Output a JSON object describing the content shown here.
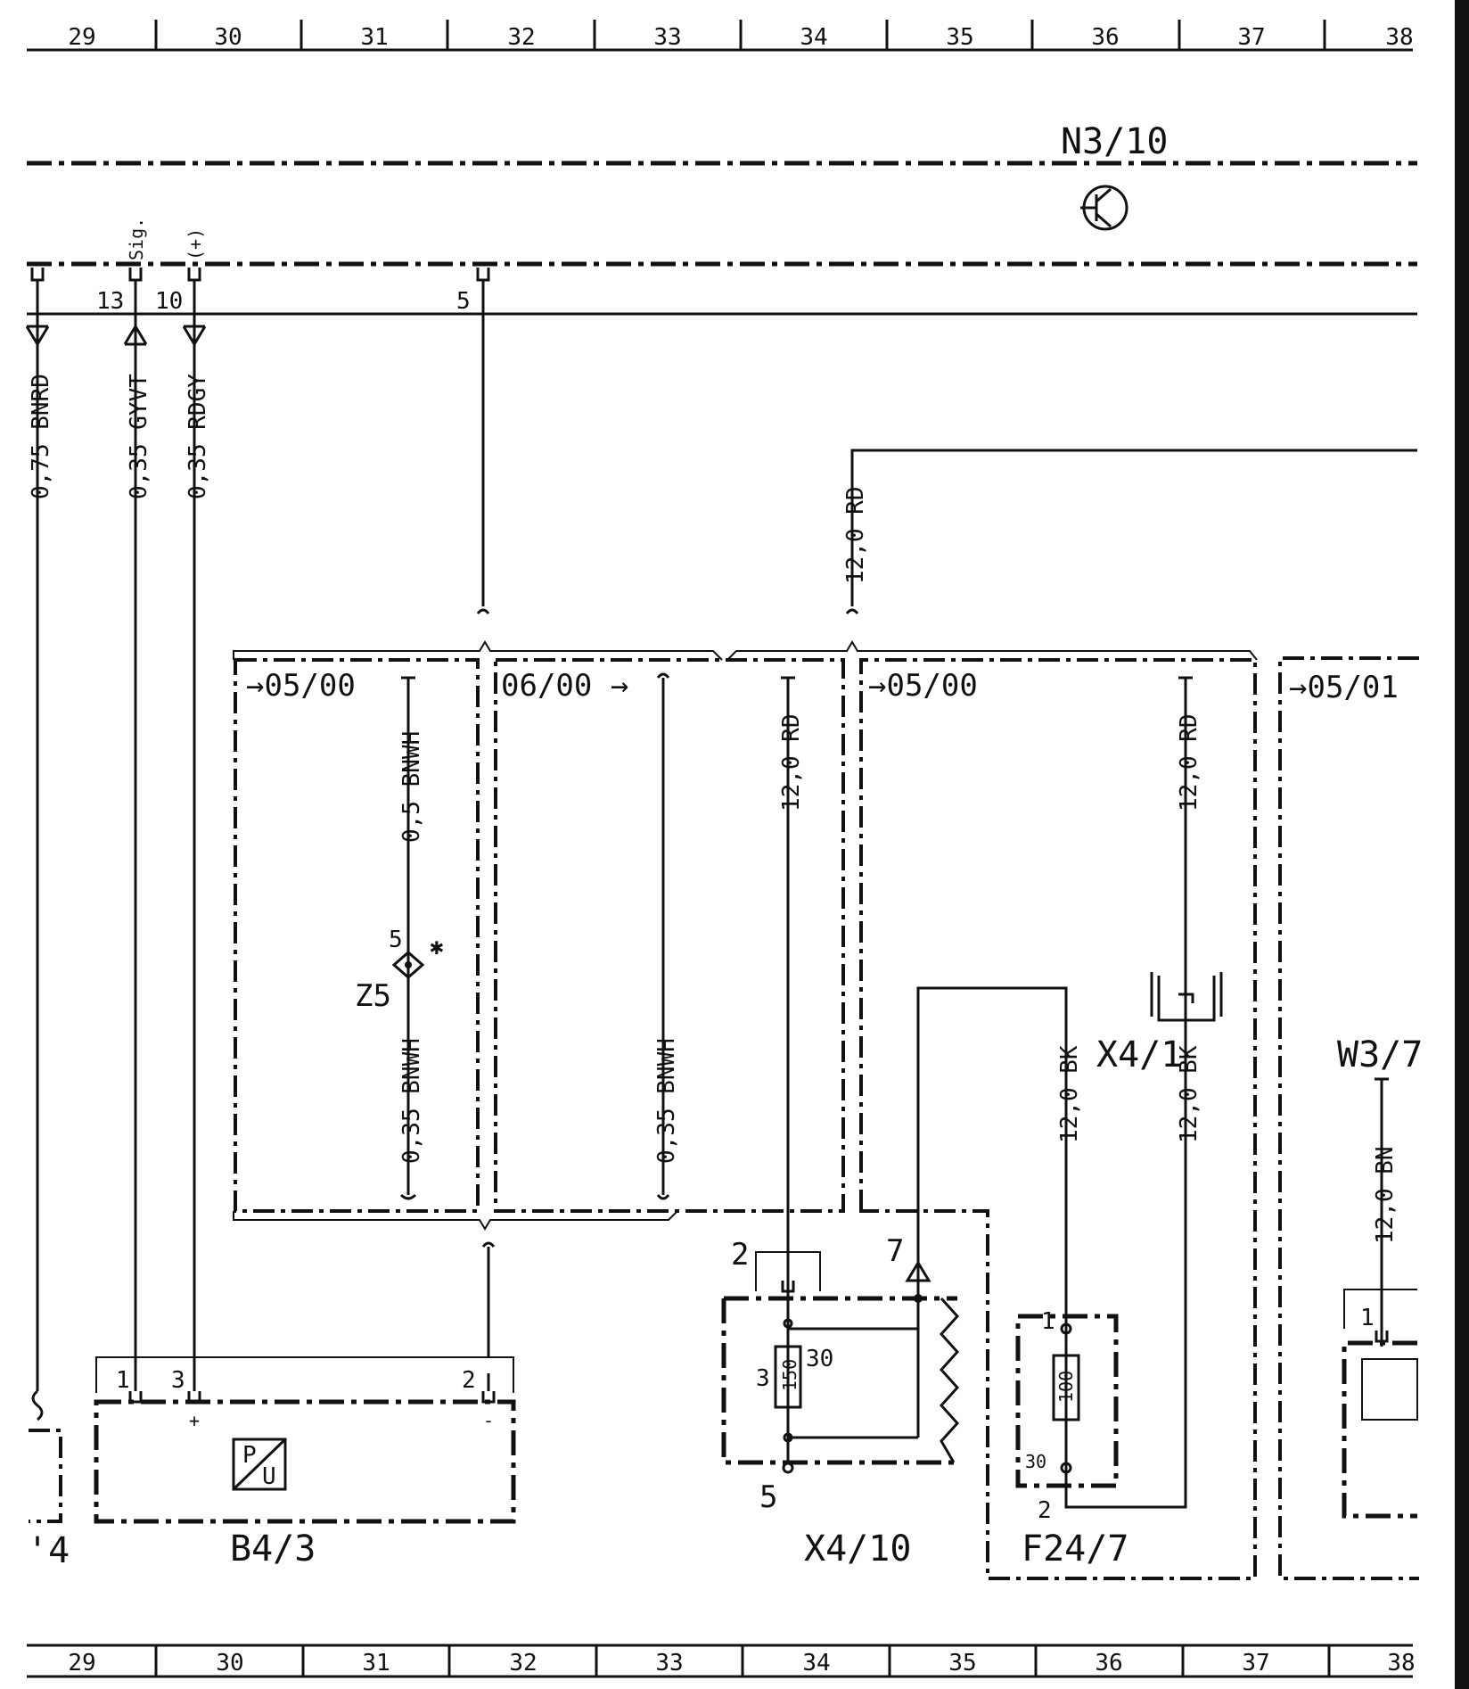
{
  "ruler": {
    "columns": [
      "29",
      "30",
      "31",
      "32",
      "33",
      "34",
      "35",
      "36",
      "37",
      "38"
    ]
  },
  "components": {
    "control_unit": "N3/10",
    "pressure_sensor": "B4/3",
    "connector_x4_10": "X4/10",
    "fuse": "F24/7",
    "connector_x4_1": "X4/1",
    "ground_point": "W3/7",
    "left_partial": "'4",
    "splice": "Z5"
  },
  "pins": {
    "p13": "13",
    "p10": "10",
    "p5": "5",
    "sig": "Sig.",
    "plus": "(+)",
    "b1": "1",
    "b3": "3",
    "b2": "2",
    "x2": "2",
    "x3": "3",
    "x5": "5",
    "x7": "7",
    "x30": "30",
    "f1": "1",
    "f2": "2",
    "f30": "30",
    "w1": "1",
    "z5": "5"
  },
  "values": {
    "x4_10_rating": "150",
    "f24_7_rating": "100"
  },
  "sensor_symbol": {
    "p": "P",
    "u": "U",
    "plus": "+",
    "minus": "-"
  },
  "wires": {
    "w_bnrd": "0,75 BNRD",
    "w_gyvt": "0,35 GYVT",
    "w_rdgy": "0,35 RDGY",
    "w_top_rd": "12,0 RD",
    "w_bnwh_top": "0,5 BNWH",
    "w_bnwh_bot": "0,35 BNWH",
    "w_bnwh_mid": "0,35 BNWH",
    "w_rd_mid": "12,0 RD",
    "w_rd_right": "12,0 RD",
    "w_bk1": "12,0 BK",
    "w_bk2": "12,0 BK",
    "w_bn": "12,0 BN"
  },
  "variants": {
    "v1": "→05/00",
    "v2": "06/00 →",
    "v3": "→05/00",
    "v4": "→05/01"
  }
}
